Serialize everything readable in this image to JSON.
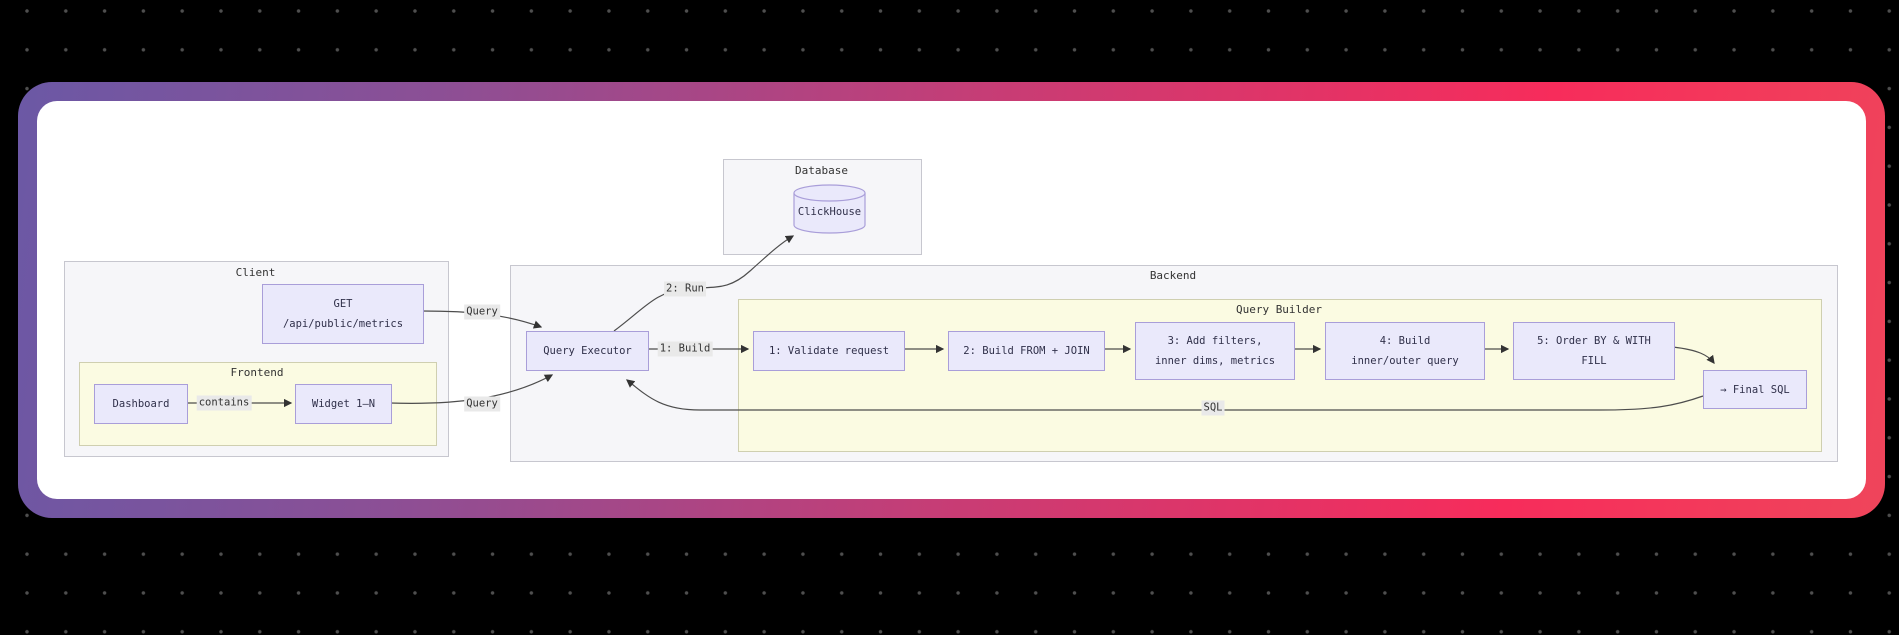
{
  "colors": {
    "background": "#000000",
    "dot_grid": "#4f4f4f",
    "card_gradient_start": "#6b58a5",
    "card_gradient_mid": "#c93c74",
    "card_gradient_end": "#f72c5b",
    "card_surface": "#ffffff",
    "node_fill": "#eae9fb",
    "node_border": "#a99ed9",
    "cluster_fill": "#f6f6f9",
    "cluster_border": "#c7c7cf",
    "subcluster_fill": "#fbfbe2",
    "subcluster_border": "#cfcfb0",
    "edge": "#4d4d4d",
    "edge_label_bg": "#e9e9e9",
    "text": "#333333"
  },
  "diagram": {
    "clusters": {
      "database": {
        "title": "Database"
      },
      "client": {
        "title": "Client"
      },
      "frontend": {
        "title": "Frontend"
      },
      "backend": {
        "title": "Backend"
      },
      "query_builder": {
        "title": "Query Builder"
      }
    },
    "nodes": {
      "clickhouse": {
        "label": "ClickHouse"
      },
      "get_endpoint": {
        "line1": "GET",
        "line2": "/api/public/metrics"
      },
      "dashboard": {
        "label": "Dashboard"
      },
      "widget": {
        "label": "Widget 1–N"
      },
      "query_executor": {
        "label": "Query Executor"
      },
      "validate": {
        "label": "1: Validate request"
      },
      "build_from_join": {
        "label": "2: Build FROM + JOIN"
      },
      "add_filters": {
        "line1": "3: Add filters,",
        "line2": "inner dims, metrics"
      },
      "build_inner_outer": {
        "line1": "4: Build",
        "line2": "inner/outer query"
      },
      "order_by": {
        "line1": "5: Order BY & WITH",
        "line2": "FILL"
      },
      "final_sql": {
        "label": "→ Final SQL"
      }
    },
    "edge_labels": {
      "query_top": "Query",
      "query_bottom": "Query",
      "contains": "contains",
      "run": "2: Run",
      "build": "1: Build",
      "sql": "SQL"
    }
  }
}
